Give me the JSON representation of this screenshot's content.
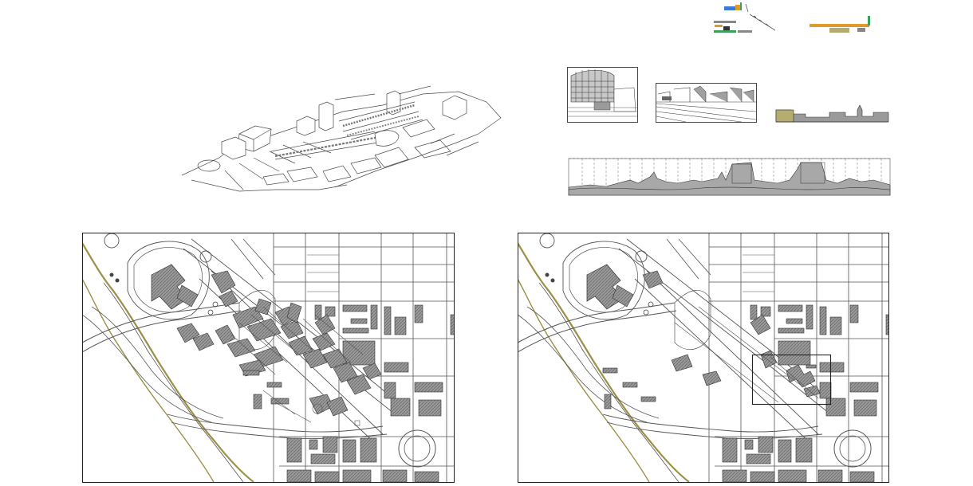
{
  "sheet": {
    "views": [
      {
        "id": "axonometric-3d-view",
        "kind": "axonometric"
      },
      {
        "id": "elevation-legend-thumbnails",
        "kind": "legend"
      },
      {
        "id": "elevation-frame-1",
        "kind": "elevation"
      },
      {
        "id": "elevation-frame-2",
        "kind": "elevation"
      },
      {
        "id": "elevation-frame-3",
        "kind": "elevation"
      },
      {
        "id": "street-elevation-strip",
        "kind": "elevation"
      },
      {
        "id": "site-plan-existing",
        "kind": "plan"
      },
      {
        "id": "site-plan-proposed",
        "kind": "plan"
      }
    ],
    "colors": {
      "line": "#4a4a4a",
      "building_fill": "#8e8e8e",
      "river_bank": "#9a9148",
      "highlight_box": "#222222",
      "legend_blue": "#3a7bd5",
      "legend_orange": "#e09a2a",
      "legend_green": "#3aa05a",
      "legend_olive": "#b5ad70"
    }
  }
}
